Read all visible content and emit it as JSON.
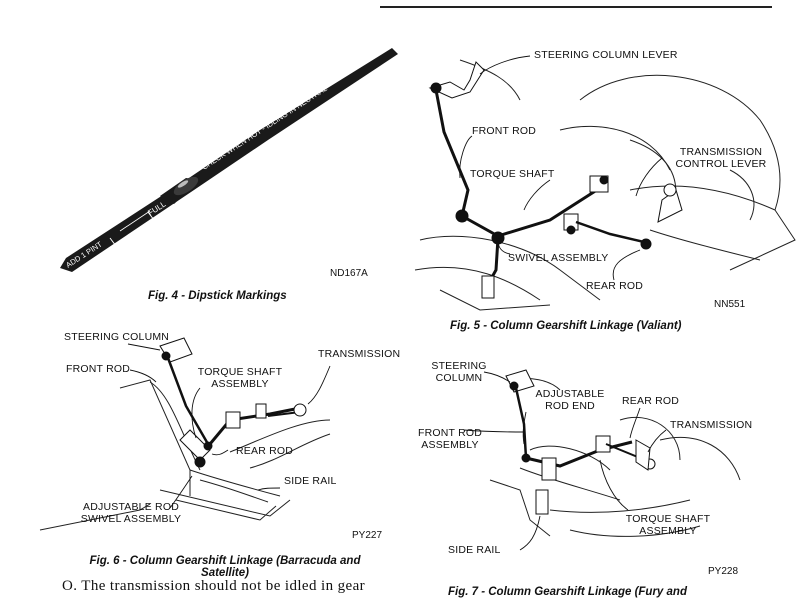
{
  "fig4": {
    "caption": "Fig. 4 - Dipstick Markings",
    "code": "ND167A",
    "markings": {
      "add": "ADD 1 PINT",
      "full": "FULL",
      "check": "CHECK WHEN HOT - IDLING IN NEUTRAL"
    }
  },
  "fig5": {
    "caption": "Fig. 5 - Column Gearshift Linkage (Valiant)",
    "code": "NN551",
    "labels": {
      "steering_column_lever": "STEERING COLUMN LEVER",
      "front_rod": "FRONT ROD",
      "torque_shaft": "TORQUE SHAFT",
      "transmission_control_lever_1": "TRANSMISSION",
      "transmission_control_lever_2": "CONTROL LEVER",
      "swivel_assembly": "SWIVEL ASSEMBLY",
      "rear_rod": "REAR ROD"
    }
  },
  "fig6": {
    "caption_line1": "Fig. 6 - Column Gearshift Linkage (Barracuda and",
    "caption_line2": "Satellite)",
    "code": "PY227",
    "labels": {
      "steering_column": "STEERING COLUMN",
      "front_rod": "FRONT ROD",
      "torque_shaft_1": "TORQUE SHAFT",
      "torque_shaft_2": "ASSEMBLY",
      "transmission": "TRANSMISSION",
      "rear_rod": "REAR ROD",
      "side_rail": "SIDE RAIL",
      "adjustable_rod_1": "ADJUSTABLE ROD",
      "adjustable_rod_2": "SWIVEL ASSEMBLY"
    }
  },
  "fig7": {
    "caption": "Fig. 7 - Column Gearshift Linkage (Fury and",
    "code": "PY228",
    "labels": {
      "steering_column_1": "STEERING",
      "steering_column_2": "COLUMN",
      "adjustable_rod_end_1": "ADJUSTABLE",
      "adjustable_rod_end_2": "ROD END",
      "rear_rod": "REAR ROD",
      "front_rod_1": "FRONT ROD",
      "front_rod_2": "ASSEMBLY",
      "transmission": "TRANSMISSION",
      "torque_shaft_1": "TORQUE SHAFT",
      "torque_shaft_2": "ASSEMBLY",
      "side_rail": "SIDE RAIL"
    }
  },
  "body": {
    "text": "O. The transmission should not be idled in gear"
  }
}
